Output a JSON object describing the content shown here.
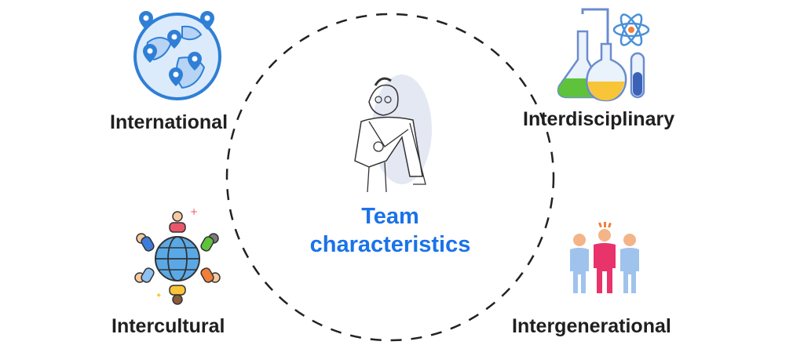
{
  "center": {
    "line1": "Team",
    "line2": "characteristics"
  },
  "nodes": {
    "international": {
      "label": "International",
      "icon": "globe-pins-icon"
    },
    "interdisciplinary": {
      "label": "Interdisciplinary",
      "icon": "science-flasks-icon"
    },
    "intercultural": {
      "label": "Intercultural",
      "icon": "globe-people-icon"
    },
    "intergenerational": {
      "label": "Intergenerational",
      "icon": "people-group-icon"
    }
  },
  "colors": {
    "accent": "#1a73e8",
    "text": "#1f1f1f",
    "circle": "#222222"
  }
}
